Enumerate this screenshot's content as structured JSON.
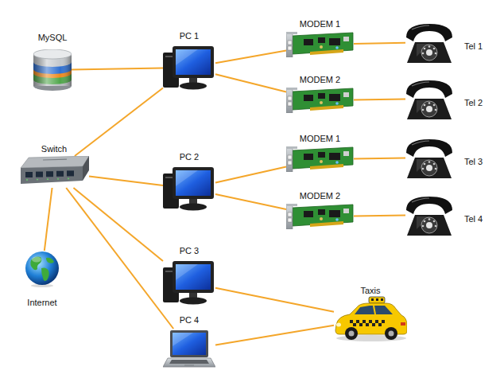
{
  "diagram": {
    "nodes": [
      {
        "text": [
          "MySQL"
        ]
      },
      {
        "text": [
          "PC 1"
        ]
      },
      {
        "text": [
          "MODEM 1"
        ]
      },
      {
        "text": [
          "Tel 1"
        ]
      },
      {
        "text": [
          "MODEM 2"
        ]
      },
      {
        "text": [
          "Tel 2"
        ]
      },
      {
        "text": [
          "Switch"
        ]
      },
      {
        "text": [
          "PC 2"
        ]
      },
      {
        "text": [
          "MODEM 1"
        ]
      },
      {
        "text": [
          "Tel 3"
        ]
      },
      {
        "text": [
          "MODEM 2"
        ]
      },
      {
        "text": [
          "Tel 4"
        ]
      },
      {
        "text": [
          "PC 3"
        ]
      },
      {
        "text": [
          "Internet"
        ]
      },
      {
        "text": [
          "PC 4"
        ]
      },
      {
        "text": [
          "Taxis"
        ]
      }
    ],
    "edges": [
      {
        "from": 0,
        "to": 1,
        "arrow": "none"
      },
      {
        "from": 1,
        "to": 2,
        "arrow": "none"
      },
      {
        "from": 1,
        "to": 4,
        "arrow": "none"
      },
      {
        "from": 2,
        "to": 3,
        "arrow": "none"
      },
      {
        "from": 4,
        "to": 5,
        "arrow": "none"
      },
      {
        "from": 6,
        "to": 1,
        "arrow": "none"
      },
      {
        "from": 6,
        "to": 7,
        "arrow": "none"
      },
      {
        "from": 7,
        "to": 8,
        "arrow": "none"
      },
      {
        "from": 7,
        "to": 10,
        "arrow": "none"
      },
      {
        "from": 8,
        "to": 9,
        "arrow": "none"
      },
      {
        "from": 10,
        "to": 11,
        "arrow": "none"
      },
      {
        "from": 6,
        "to": 13,
        "arrow": "none"
      },
      {
        "from": 6,
        "to": 12,
        "arrow": "none"
      },
      {
        "from": 6,
        "to": 14,
        "arrow": "none"
      },
      {
        "from": 12,
        "to": 15,
        "arrow": "none"
      },
      {
        "from": 14,
        "to": 15,
        "arrow": "none"
      }
    ]
  }
}
